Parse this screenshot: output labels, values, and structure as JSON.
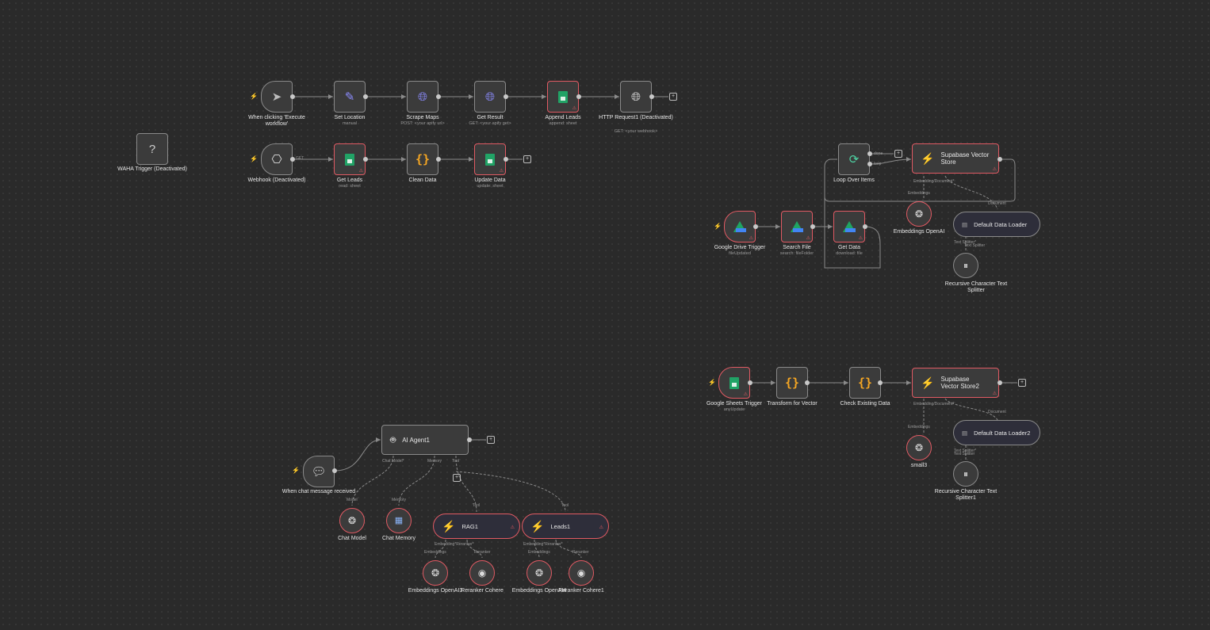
{
  "nodes": {
    "execute": {
      "label": "When clicking 'Execute workflow'"
    },
    "set_location": {
      "label": "Set Location",
      "sub": "manual"
    },
    "scrape_maps": {
      "label": "Scrape Maps",
      "sub": "POST: <your apify url>"
    },
    "get_result": {
      "label": "Get Result",
      "sub": "GET: <your apify get>"
    },
    "append_leads": {
      "label": "Append Leads",
      "sub": "append: sheet"
    },
    "http_request1": {
      "label": "HTTP Request1 (Deactivated)",
      "sub": "GET: <your webhook>"
    },
    "waha_trigger": {
      "label": "WAHA Trigger (Deactivated)",
      "icon": "?"
    },
    "webhook": {
      "label": "Webhook (Deactivated)",
      "method": "GET"
    },
    "get_leads": {
      "label": "Get Leads",
      "sub": "read: sheet"
    },
    "clean_data": {
      "label": "Clean Data"
    },
    "update_data": {
      "label": "Update Data",
      "sub": "update: sheet"
    },
    "loop_over_items": {
      "label": "Loop Over Items",
      "done": "done",
      "loop": "loop"
    },
    "supabase_vector_store": {
      "label": "Supabase Vector Store"
    },
    "google_drive_trigger": {
      "label": "Google Drive Trigger",
      "sub": "fileUpdated"
    },
    "search_file": {
      "label": "Search File",
      "sub": "search: fileFolder"
    },
    "get_data": {
      "label": "Get Data",
      "sub": "download: file"
    },
    "embeddings_openai": {
      "label": "Embeddings OpenAI"
    },
    "default_data_loader": {
      "label": "Default Data Loader"
    },
    "recursive_splitter": {
      "label": "Recursive Character Text Splitter"
    },
    "google_sheets_trigger": {
      "label": "Google Sheets Trigger",
      "sub": "anyUpdate"
    },
    "transform_for_vector": {
      "label": "Transform for Vector"
    },
    "check_existing_data": {
      "label": "Check Existing Data"
    },
    "supabase_vector_store2": {
      "label": "Supabase Vector Store2"
    },
    "small3": {
      "label": "small3"
    },
    "default_data_loader2": {
      "label": "Default Data Loader2"
    },
    "recursive_splitter1": {
      "label": "Recursive Character Text Splitter1"
    },
    "chat_trigger": {
      "label": "When chat message received"
    },
    "ai_agent1": {
      "label": "AI Agent1"
    },
    "chat_model": {
      "label": "Chat Model"
    },
    "chat_memory": {
      "label": "Chat Memory"
    },
    "rag1": {
      "label": "RAG1"
    },
    "leads1": {
      "label": "Leads1"
    },
    "embeddings_openai3": {
      "label": "Embeddings OpenAI3"
    },
    "reranker_cohere": {
      "label": "Reranker Cohere"
    },
    "embeddings_openai4": {
      "label": "Embeddings OpenAI4"
    },
    "reranker_cohere1": {
      "label": "Reranker Cohere1"
    }
  },
  "ports": {
    "embedding_document": "Embedding/Document*",
    "embeddings": "Embeddings",
    "document": "Document",
    "text_splitter": "Text Splitter*",
    "chat_model": "Chat Model*",
    "memory": "Memory",
    "tool": "Tool",
    "model": "Model",
    "memory_label": "Memory",
    "tool_label": "Tool",
    "embedding_reranker": "Embedding*Reranker*",
    "reranker": "Reranker",
    "text_splitter_short": "Text Splitter"
  },
  "colors": {
    "background": "#2a2a2a",
    "node": "#3b3b3b",
    "error_border": "#e05a63",
    "wire": "#8a8a8a"
  }
}
